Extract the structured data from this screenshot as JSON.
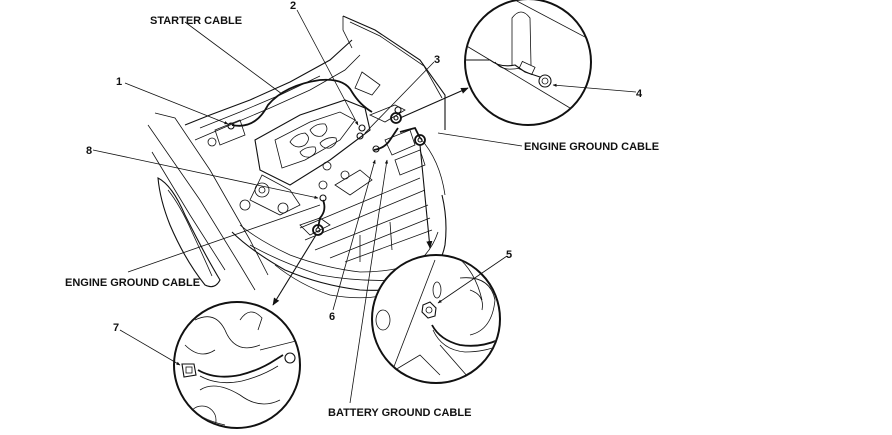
{
  "diagram": {
    "subject": "Engine compartment ground cable locations",
    "labels": {
      "starter_cable": "STARTER CABLE",
      "engine_ground_cable_right": "ENGINE GROUND CABLE",
      "engine_ground_cable_left": "ENGINE GROUND CABLE",
      "battery_ground_cable": "BATTERY GROUND CABLE"
    },
    "callouts": [
      "1",
      "2",
      "3",
      "4",
      "5",
      "6",
      "7",
      "8"
    ],
    "detail_views": [
      {
        "id": "detail-top-right",
        "callout": "4",
        "content": "Cable terminal bolt at body bracket"
      },
      {
        "id": "detail-bottom-right",
        "callout": "5",
        "content": "Ground bolt with cable"
      },
      {
        "id": "detail-bottom-left",
        "callout": "7",
        "content": "Engine ground cable bolt"
      }
    ],
    "colors": {
      "line": "#111111",
      "background": "#ffffff"
    }
  }
}
